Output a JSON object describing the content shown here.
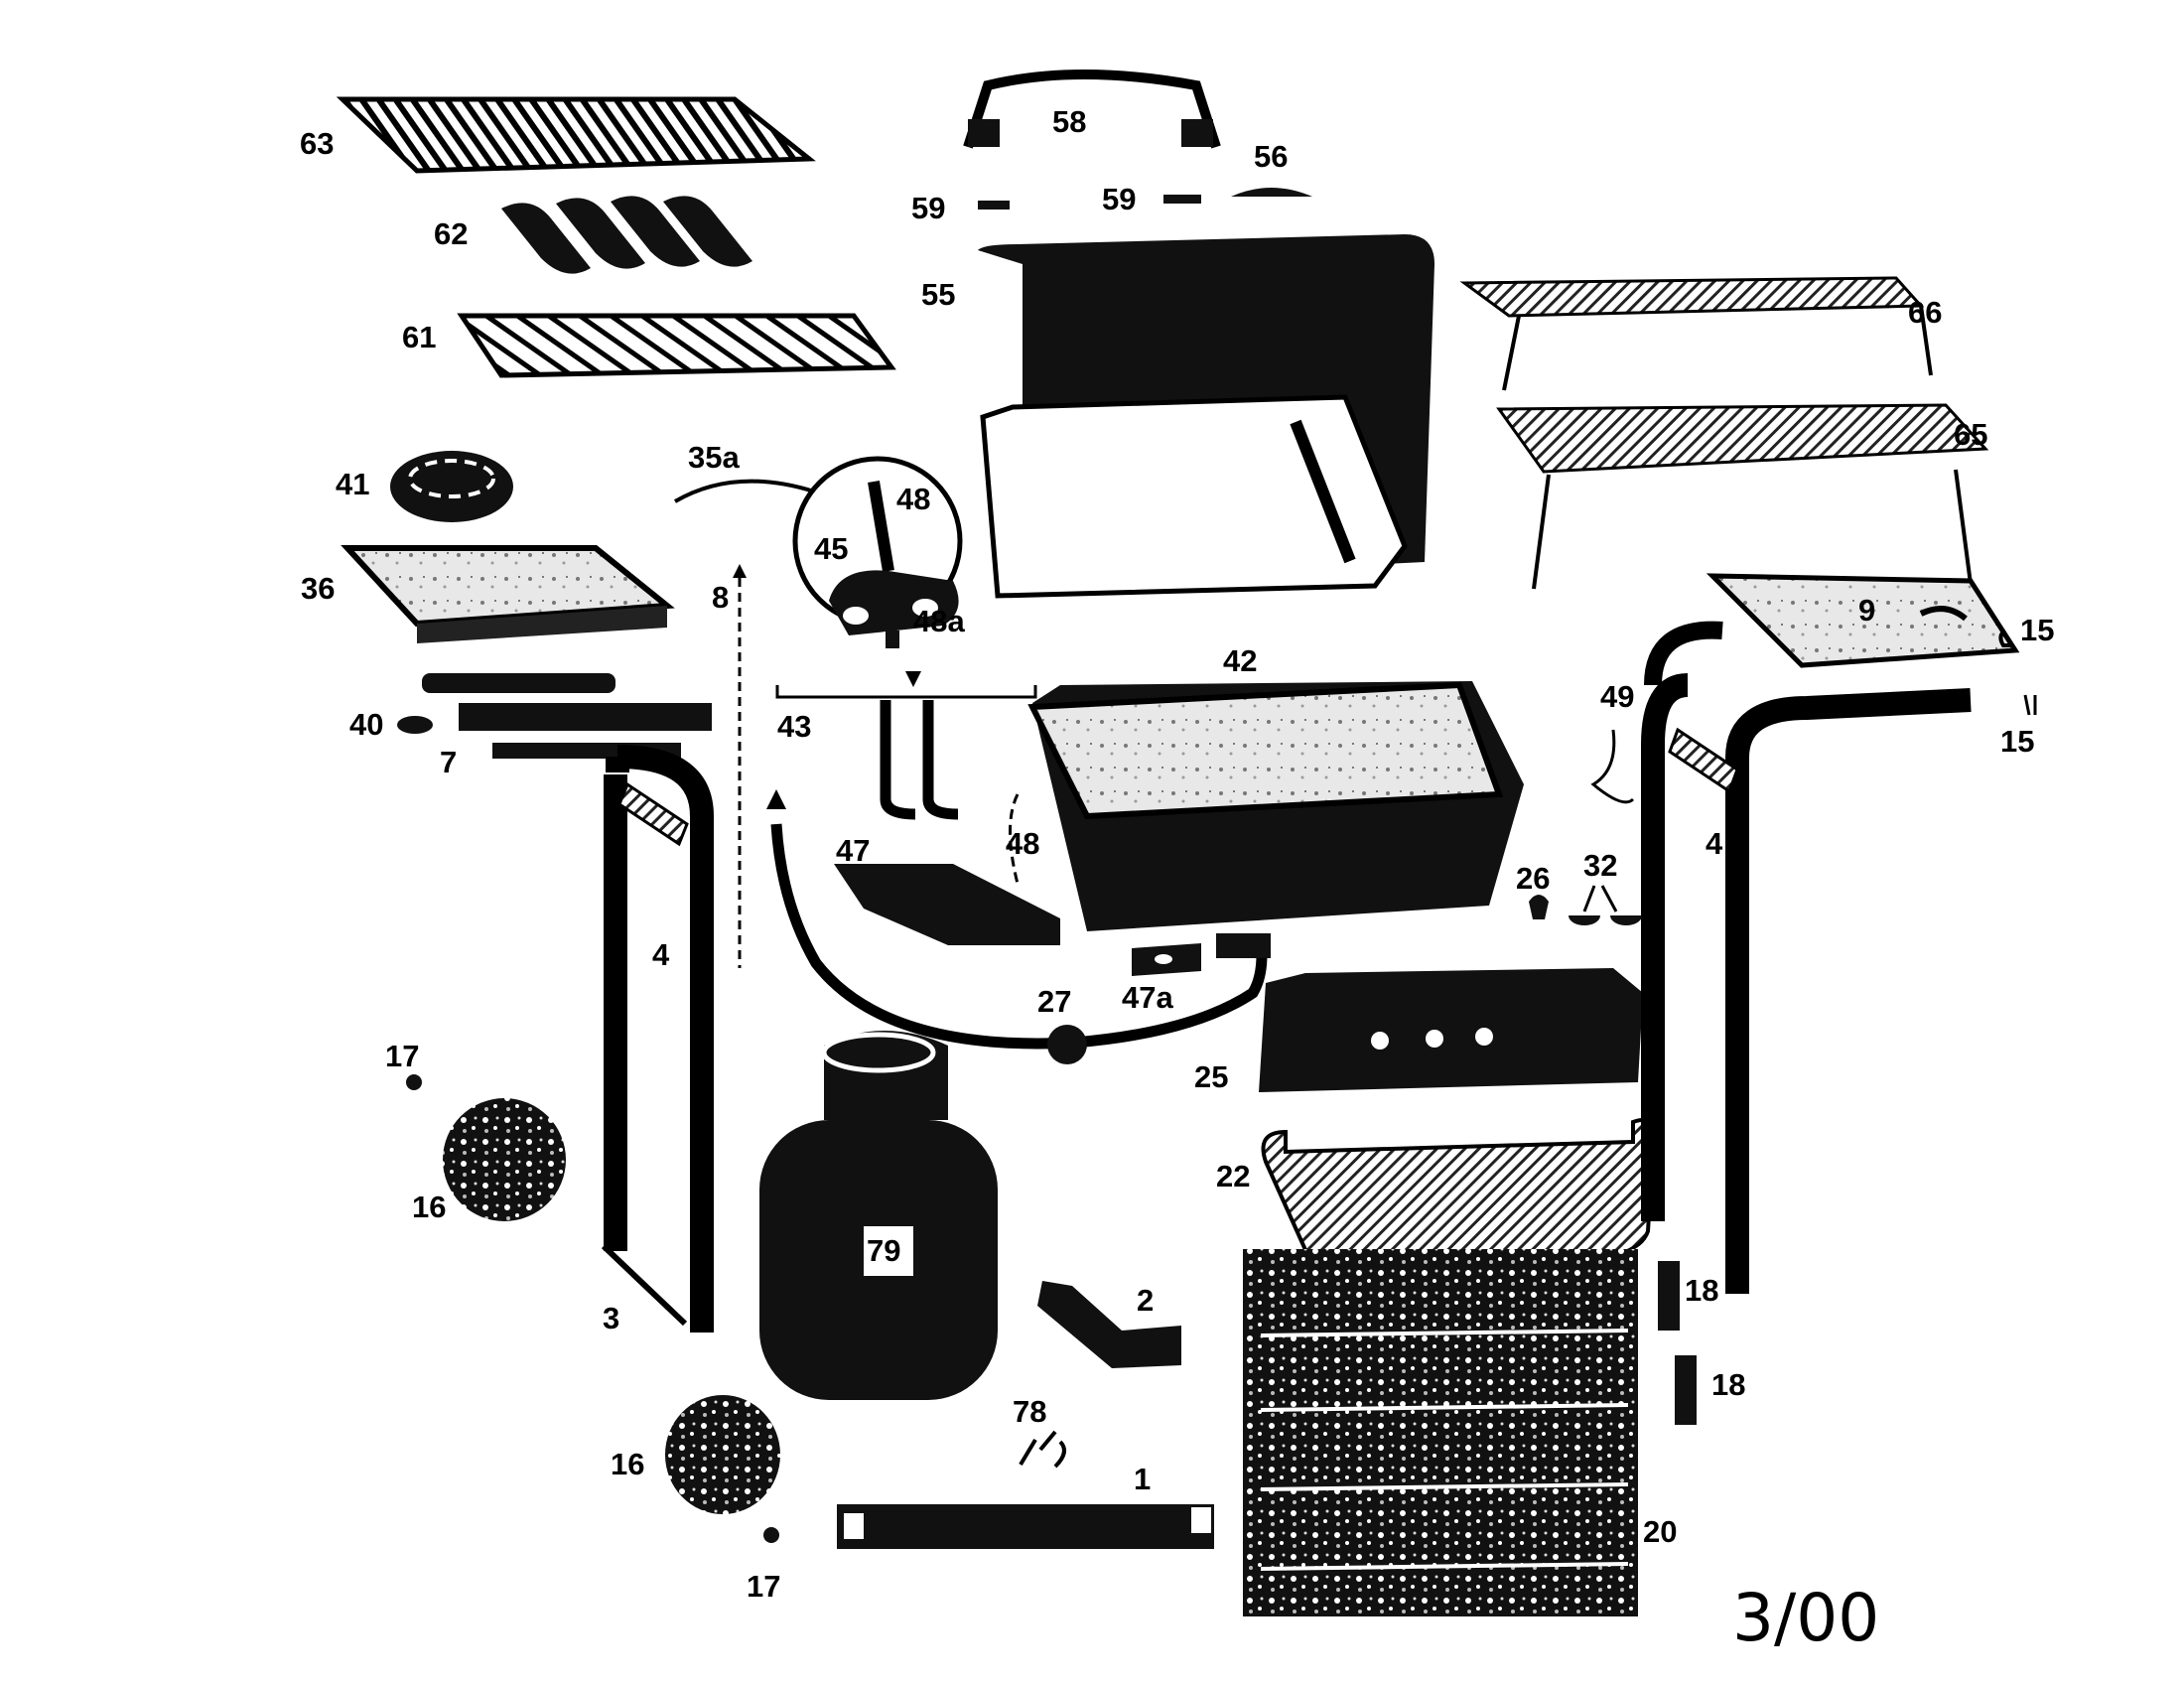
{
  "diagram": {
    "date_stamp": "3/00",
    "labels": {
      "p63": "63",
      "p62": "62",
      "p61": "61",
      "p41": "41",
      "p36": "36",
      "p40": "40",
      "p7": "7",
      "p4_left": "4",
      "p17_top": "17",
      "p16_top": "16",
      "p3": "3",
      "p16_bottom": "16",
      "p17_bottom": "17",
      "p58": "58",
      "p59_a": "59",
      "p59_b": "59",
      "p56": "56",
      "p55": "55",
      "p35a": "35a",
      "p48_detail": "48",
      "p45": "45",
      "p48a": "48a",
      "p8": "8",
      "p43": "43",
      "p42": "42",
      "p47": "47",
      "p48": "48",
      "p47a": "47a",
      "p27": "27",
      "p79": "79",
      "p2": "2",
      "p78": "78",
      "p1": "1",
      "p66": "66",
      "p65": "65",
      "p9": "9",
      "p15_a": "15",
      "p15_b": "15",
      "p49": "49",
      "p4_right": "4",
      "p26": "26",
      "p32": "32",
      "p25": "25",
      "p22": "22",
      "p18_a": "18",
      "p18_b": "18",
      "p20": "20"
    }
  },
  "colors": {
    "ink": "#000000",
    "paper": "#ffffff",
    "shade": "#1a1a1a"
  }
}
